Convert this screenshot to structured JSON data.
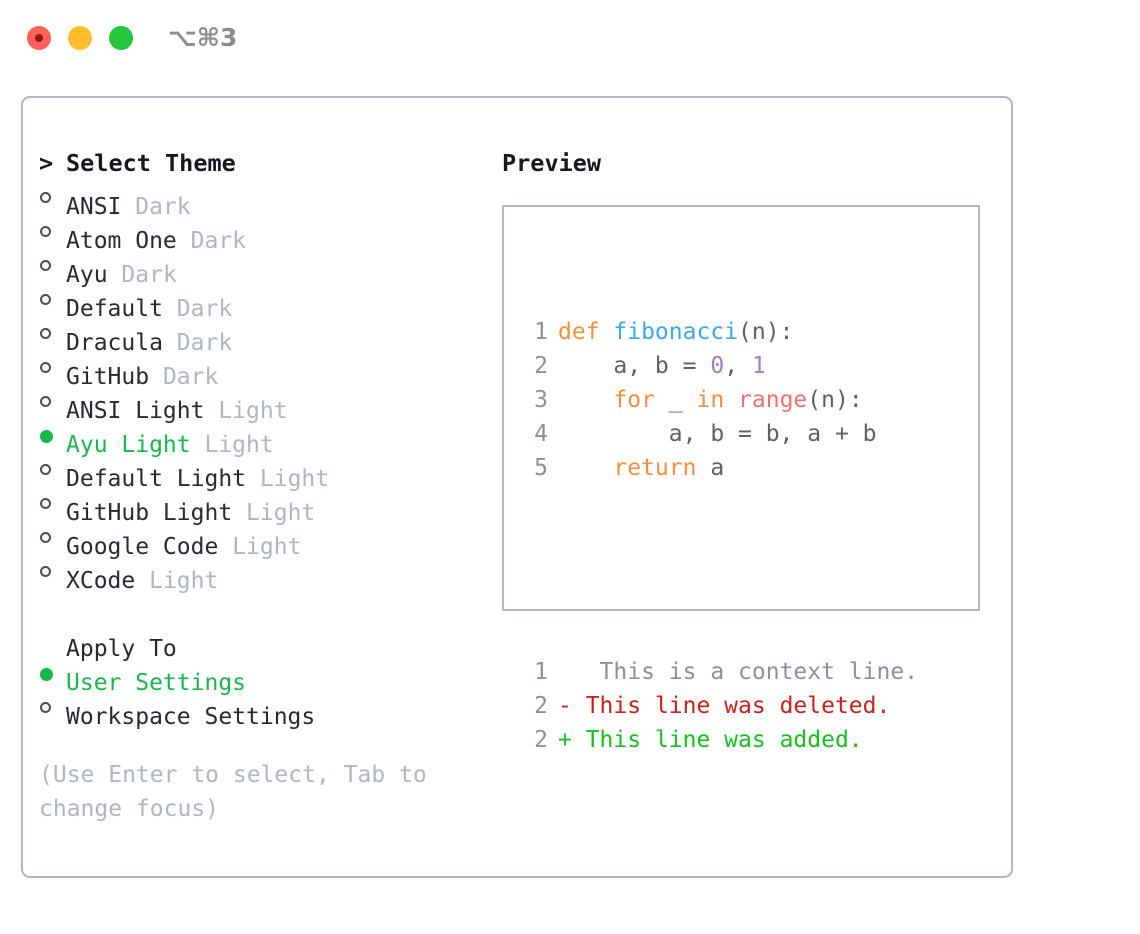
{
  "titlebar": {
    "shortcut": "⌥⌘3",
    "buttons": [
      {
        "name": "close",
        "color": "#FF6058"
      },
      {
        "name": "minimize",
        "color": "#FFBD2E"
      },
      {
        "name": "maximize",
        "color": "#25C63B"
      }
    ]
  },
  "theme_list": {
    "header": {
      "caret": ">",
      "title": "Select Theme"
    },
    "items": [
      {
        "marker": "○",
        "selected": false,
        "label": "ANSI",
        "badge": "Dark"
      },
      {
        "marker": "○",
        "selected": false,
        "label": "Atom One",
        "badge": "Dark"
      },
      {
        "marker": "○",
        "selected": false,
        "label": "Ayu",
        "badge": "Dark"
      },
      {
        "marker": "○",
        "selected": false,
        "label": "Default",
        "badge": "Dark"
      },
      {
        "marker": "○",
        "selected": false,
        "label": "Dracula",
        "badge": "Dark"
      },
      {
        "marker": "○",
        "selected": false,
        "label": "GitHub",
        "badge": "Dark"
      },
      {
        "marker": "○",
        "selected": false,
        "label": "ANSI Light",
        "badge": "Light"
      },
      {
        "marker": "●",
        "selected": true,
        "label": "Ayu Light",
        "badge": "Light"
      },
      {
        "marker": "○",
        "selected": false,
        "label": "Default Light",
        "badge": "Light"
      },
      {
        "marker": "○",
        "selected": false,
        "label": "GitHub Light",
        "badge": "Light"
      },
      {
        "marker": "○",
        "selected": false,
        "label": "Google Code",
        "badge": "Light"
      },
      {
        "marker": "○",
        "selected": false,
        "label": "XCode",
        "badge": "Light"
      }
    ]
  },
  "apply_to": {
    "title": "Apply To",
    "items": [
      {
        "marker": "●",
        "selected": true,
        "label": "User Settings"
      },
      {
        "marker": "○",
        "selected": false,
        "label": "Workspace Settings"
      }
    ]
  },
  "hint": "(Use Enter to select, Tab to change focus)",
  "preview": {
    "title": "Preview",
    "code_lines": [
      {
        "no": "1",
        "tokens": [
          {
            "t": "def ",
            "c": "kw"
          },
          {
            "t": "fibonacci",
            "c": "fn"
          },
          {
            "t": "(n):",
            "c": "punct"
          }
        ]
      },
      {
        "no": "2",
        "tokens": [
          {
            "t": "    a, b = ",
            "c": "plain"
          },
          {
            "t": "0",
            "c": "num"
          },
          {
            "t": ", ",
            "c": "plain"
          },
          {
            "t": "1",
            "c": "num"
          }
        ]
      },
      {
        "no": "3",
        "tokens": [
          {
            "t": "    ",
            "c": "plain"
          },
          {
            "t": "for",
            "c": "kw"
          },
          {
            "t": " _ ",
            "c": "plain"
          },
          {
            "t": "in",
            "c": "kw"
          },
          {
            "t": " ",
            "c": "plain"
          },
          {
            "t": "range",
            "c": "builtin"
          },
          {
            "t": "(n):",
            "c": "punct"
          }
        ]
      },
      {
        "no": "4",
        "tokens": [
          {
            "t": "        a, b = b, a + b",
            "c": "plain"
          }
        ]
      },
      {
        "no": "5",
        "tokens": [
          {
            "t": "    ",
            "c": "plain"
          },
          {
            "t": "return",
            "c": "kw"
          },
          {
            "t": " a",
            "c": "plain"
          }
        ]
      }
    ],
    "diff_lines": [
      {
        "no": "1",
        "sign": " ",
        "text": "  This is a context line.",
        "kind": "ctx"
      },
      {
        "no": "2",
        "sign": "-",
        "text": " This line was deleted.",
        "kind": "del"
      },
      {
        "no": "2",
        "sign": "+",
        "text": " This line was added.",
        "kind": "add"
      }
    ]
  },
  "colors": {
    "accent_green": "#17B84A",
    "border": "#AEB7C2",
    "muted": "#AEB6C2",
    "line_number": "#8A9199",
    "kw": "#FA8D3E",
    "fn": "#39A9F0",
    "num": "#A37ACC",
    "builtin": "#F07171",
    "plain": "#5C6166",
    "diff_context": "#8A9199",
    "diff_deleted": "#C9221A",
    "diff_added": "#14C21A"
  }
}
